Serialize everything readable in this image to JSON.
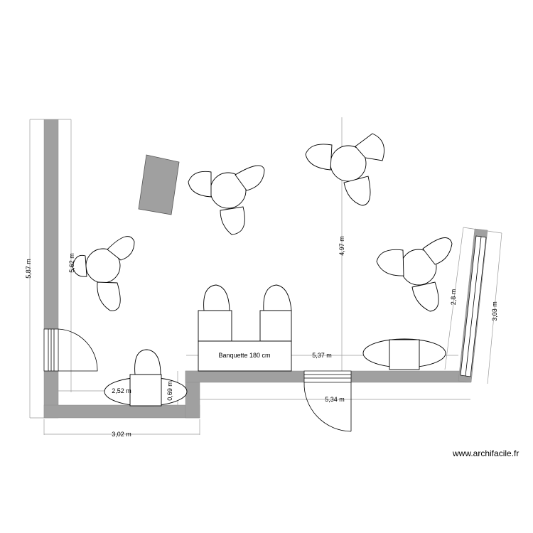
{
  "dimensions": {
    "outer_left_height": "5,87 m",
    "inner_left_height": "5,62 m",
    "center_height": "4,97 m",
    "right_inner": "2,8 m",
    "right_outer": "3,03 m",
    "bottom_left_width": "3,02 m",
    "alcove_inner_width": "2,52 m",
    "alcove_depth": "0,69 m",
    "inner_front_width": "5,37 m",
    "outer_front_width": "5,34 m"
  },
  "labels": {
    "banquette": "Banquette 180 cm"
  },
  "watermark": "www.archifacile.fr",
  "colors": {
    "wall": "#a0a0a0",
    "dimension_line": "#9a9a9a",
    "furniture_stroke": "#000000"
  }
}
